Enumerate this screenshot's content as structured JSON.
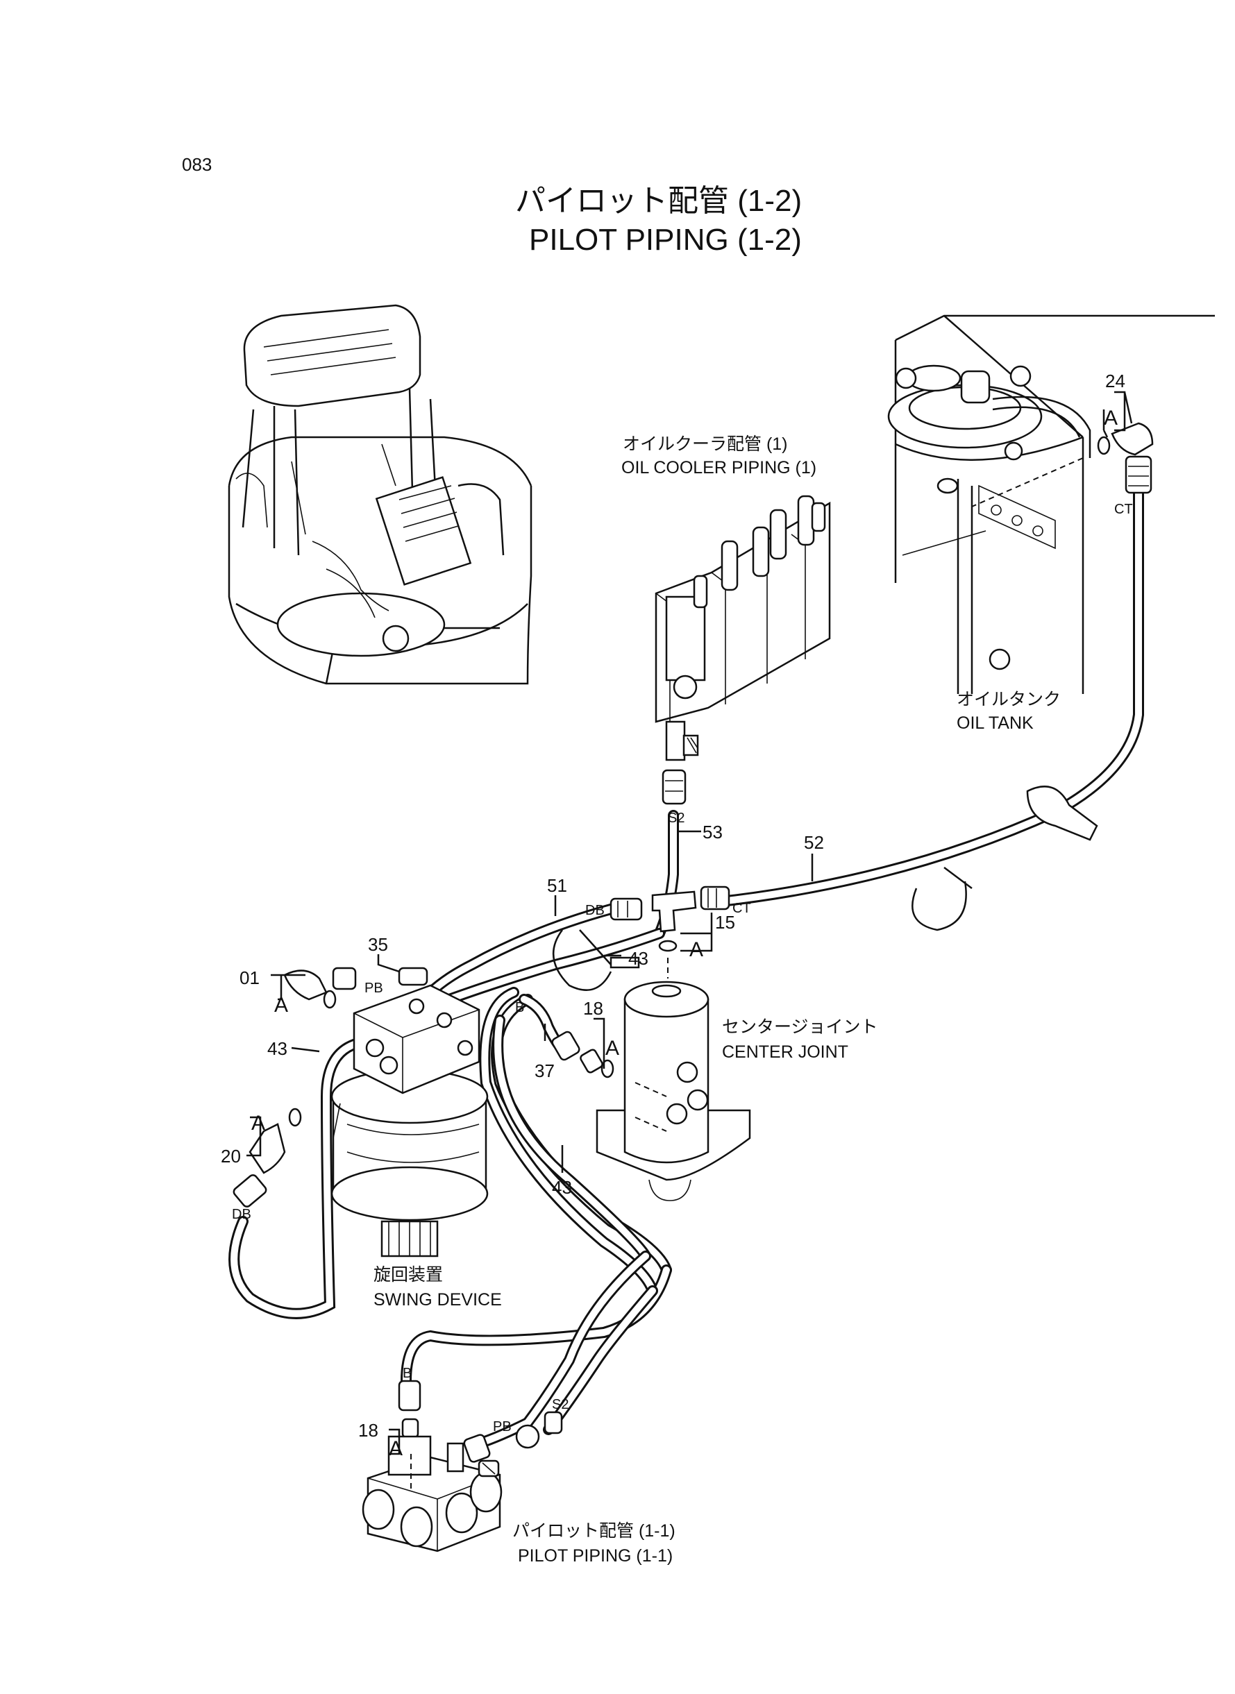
{
  "page_number": "083",
  "title": {
    "jp": "パイロット配管 (1-2)",
    "en": "PILOT PIPING (1-2)"
  },
  "components": {
    "oil_cooler": {
      "jp": "オイルクーラ配管 (1)",
      "en": "OIL COOLER PIPING (1)"
    },
    "oil_tank": {
      "jp": "オイルタンク",
      "en": "OIL TANK"
    },
    "center_joint": {
      "jp": "センタージョイント",
      "en": "CENTER JOINT"
    },
    "swing_device": {
      "jp": "旋回装置",
      "en": "SWING DEVICE"
    },
    "pilot_piping_11": {
      "jp": "パイロット配管 (1-1)",
      "en": "PILOT PIPING (1-1)"
    }
  },
  "callouts": {
    "c01": "01",
    "c15": "15",
    "c18a": "18",
    "c18b": "18",
    "c20": "20",
    "c24": "24",
    "c35": "35",
    "c37": "37",
    "c43a": "43",
    "c43b": "43",
    "c43c": "43",
    "c51": "51",
    "c52": "52",
    "c53": "53"
  },
  "port_labels": {
    "a": "A",
    "db": "DB",
    "ct": "CT",
    "pb": "PB",
    "s2": "S2",
    "b": "B"
  }
}
